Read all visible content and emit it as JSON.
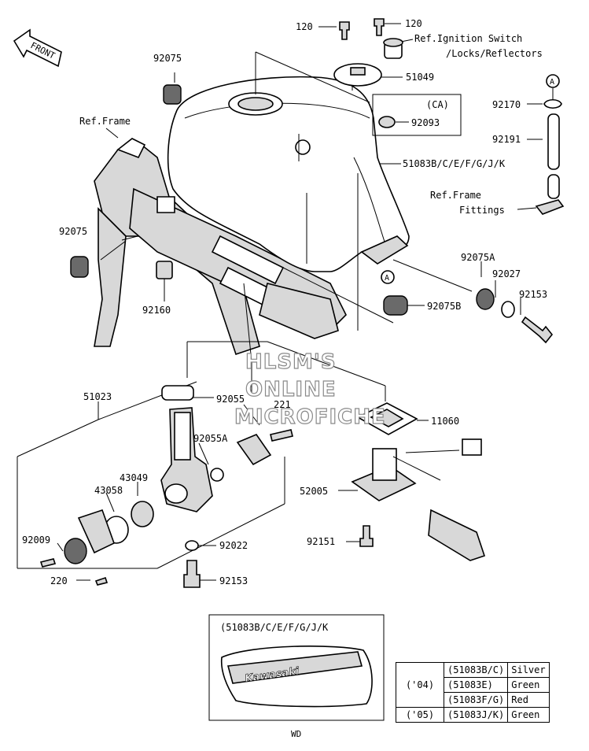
{
  "front_label": "FRONT",
  "labels": {
    "p120a": "120",
    "p120b": "120",
    "ref_ignition_1": "Ref.Ignition Switch",
    "ref_ignition_2": "/Locks/Reflectors",
    "p51049": "51049",
    "ca": "(CA)",
    "p92093": "92093",
    "p92075_top": "92075",
    "circle_a_top": "A",
    "p92170": "92170",
    "p92191": "92191",
    "ref_frame": "Ref.Frame",
    "p51083": "51083B/C/E/F/G/J/K",
    "ref_frame_fit_1": "Ref.Frame",
    "ref_frame_fit_2": "Fittings",
    "p92075_left": "92075",
    "p92075A": "92075A",
    "p92027": "92027",
    "p92153_right": "92153",
    "circle_a_mid": "A",
    "p92075B": "92075B",
    "p92160": "92160",
    "p51023": "51023",
    "p92055": "92055",
    "p221": "221",
    "p11060": "11060",
    "p92055A": "92055A",
    "p43049": "43049",
    "p43058": "43058",
    "p52005": "52005",
    "p92009": "92009",
    "p92022": "92022",
    "p92151": "92151",
    "p220": "220",
    "p92153_bottom": "92153",
    "inset_title": "(51083B/C/E/F/G/J/K",
    "wd": "WD",
    "inset_logo": "Kawasaki"
  },
  "watermark": [
    "HLSM'S",
    "ONLINE",
    "MICROFICHE"
  ],
  "color_table": [
    {
      "year": "('04)",
      "part": "(51083B/C)",
      "color": "Silver"
    },
    {
      "year": "",
      "part": "(51083E)",
      "color": "Green"
    },
    {
      "year": "",
      "part": "(51083F/G)",
      "color": "Red"
    },
    {
      "year": "('05)",
      "part": "(51083J/K)",
      "color": "Green"
    }
  ]
}
